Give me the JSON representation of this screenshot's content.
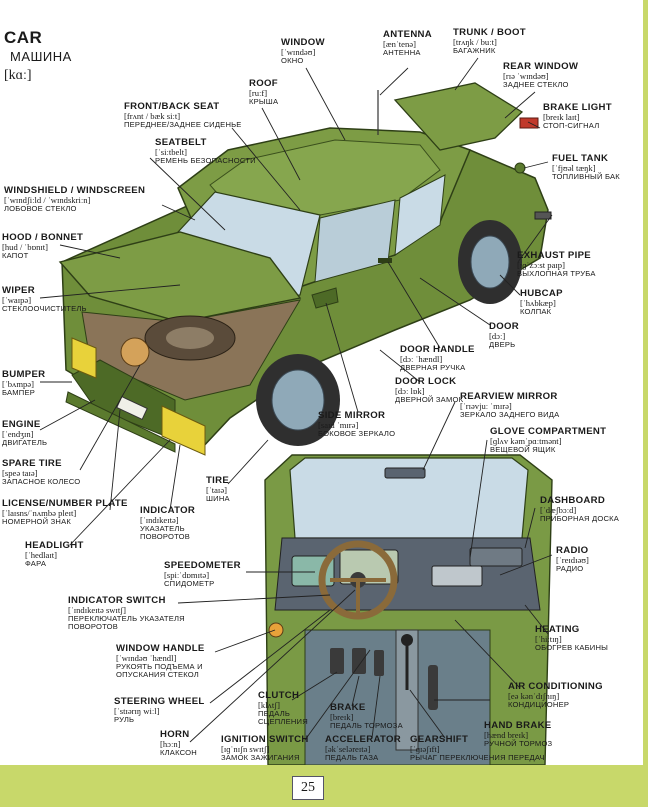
{
  "page": {
    "title": "CAR",
    "title_ru": "МАШИНА",
    "title_transcription": "[kɑː]",
    "page_number": "25"
  },
  "labels": [
    {
      "id": "antenna",
      "en": "ANTENNA",
      "tr": "[ænˈtenə]",
      "ru": "АНТЕННА"
    },
    {
      "id": "trunk",
      "en": "TRUNK / BOOT",
      "tr": "[trʌŋk / buːt]",
      "ru": "БАГАЖНИК"
    },
    {
      "id": "window",
      "en": "WINDOW",
      "tr": "[ˈwɪndəʊ]",
      "ru": "ОКНО"
    },
    {
      "id": "rear-window",
      "en": "REAR WINDOW",
      "tr": "[rɪə ˈwɪndəʊ]",
      "ru": "ЗАДНЕЕ СТЕКЛО"
    },
    {
      "id": "roof",
      "en": "ROOF",
      "tr": "[ruːf]",
      "ru": "КРЫША"
    },
    {
      "id": "brake-light",
      "en": "BRAKE LIGHT",
      "tr": "[breɪk laɪt]",
      "ru": "СТОП-СИГНАЛ"
    },
    {
      "id": "front-back-seat",
      "en": "FRONT/BACK SEAT",
      "tr": "[frʌnt / bæk siːt]",
      "ru": "ПЕРЕДНЕЕ/ЗАДНЕЕ СИДЕНЬЕ"
    },
    {
      "id": "seatbelt",
      "en": "SEATBELT",
      "tr": "[ˈsiːtbelt]",
      "ru": "РЕМЕНЬ БЕЗОПАСНОСТИ"
    },
    {
      "id": "fuel-tank",
      "en": "FUEL TANK",
      "tr": "[ˈfjʊəl tæŋk]",
      "ru": "ТОПЛИВНЫЙ БАК"
    },
    {
      "id": "windshield",
      "en": "WINDSHIELD / WINDSCREEN",
      "tr": "[ˈwɪndʃiːld / ˈwɪndskriːn]",
      "ru": "ЛОБОВОЕ СТЕКЛО"
    },
    {
      "id": "hood",
      "en": "HOOD / BONNET",
      "tr": "[hud / ˈbɒnɪt]",
      "ru": "КАПОТ"
    },
    {
      "id": "exhaust-pipe",
      "en": "EXHAUST PIPE",
      "tr": "[ɪɡˈzɔːst paɪp]",
      "ru": "ВЫХЛОПНАЯ ТРУБА"
    },
    {
      "id": "wiper",
      "en": "WIPER",
      "tr": "[ˈwaɪpə]",
      "ru": "СТЕКЛООЧИСТИТЕЛЬ"
    },
    {
      "id": "hubcap",
      "en": "HUBCAP",
      "tr": "[ˈhʌbkæp]",
      "ru": "КОЛПАК"
    },
    {
      "id": "door",
      "en": "DOOR",
      "tr": "[dɔː]",
      "ru": "ДВЕРЬ"
    },
    {
      "id": "door-handle",
      "en": "DOOR HANDLE",
      "tr": "[dɔː ˈhændl]",
      "ru": "ДВЕРНАЯ РУЧКА"
    },
    {
      "id": "bumper",
      "en": "BUMPER",
      "tr": "[ˈbʌmpə]",
      "ru": "БАМПЕР"
    },
    {
      "id": "door-lock",
      "en": "DOOR LOCK",
      "tr": "[dɔː lɒk]",
      "ru": "ДВЕРНОЙ ЗАМОК"
    },
    {
      "id": "rearview-mirror",
      "en": "REARVIEW MIRROR",
      "tr": "[ˈrɪəvjuː ˈmɪrə]",
      "ru": "ЗЕРКАЛО ЗАДНЕГО ВИДА"
    },
    {
      "id": "engine",
      "en": "ENGINE",
      "tr": "[ˈendʒɪn]",
      "ru": "ДВИГАТЕЛЬ"
    },
    {
      "id": "side-mirror",
      "en": "SIDE MIRROR",
      "tr": "[saɪd ˈmɪrə]",
      "ru": "БОКОВОЕ ЗЕРКАЛО"
    },
    {
      "id": "glove-compartment",
      "en": "GLOVE COMPARTMENT",
      "tr": "[ɡlʌv kəmˈpɑːtmənt]",
      "ru": "ВЕЩЕВОЙ ЯЩИК"
    },
    {
      "id": "spare-tire",
      "en": "SPARE TIRE",
      "tr": "[speə taɪə]",
      "ru": "ЗАПАСНОЕ КОЛЕСО"
    },
    {
      "id": "tire",
      "en": "TIRE",
      "tr": "[ˈtaɪə]",
      "ru": "ШИНА"
    },
    {
      "id": "license-plate",
      "en": "LICENSE/NUMBER PLATE",
      "tr": "[ˈlaɪsns/ˈnʌmbə pleɪt]",
      "ru": "НОМЕРНОЙ ЗНАК"
    },
    {
      "id": "indicator",
      "en": "INDICATOR",
      "tr": "[ˈɪndɪkeɪtə]",
      "ru": "УКАЗАТЕЛЬ ПОВОРОТОВ"
    },
    {
      "id": "dashboard",
      "en": "DASHBOARD",
      "tr": "[ˈdæʃbɔːd]",
      "ru": "ПРИБОРНАЯ ДОСКА"
    },
    {
      "id": "headlight",
      "en": "HEADLIGHT",
      "tr": "[ˈhedlaɪt]",
      "ru": "ФАРА"
    },
    {
      "id": "radio",
      "en": "RADIO",
      "tr": "[ˈreɪdɪəʊ]",
      "ru": "РАДИО"
    },
    {
      "id": "speedometer",
      "en": "SPEEDOMETER",
      "tr": "[spiːˈdɒmɪtə]",
      "ru": "СПИДОМЕТР"
    },
    {
      "id": "indicator-switch",
      "en": "INDICATOR SWITCH",
      "tr": "[ˈɪndɪkeɪtə swɪtʃ]",
      "ru": "ПЕРЕКЛЮЧАТЕЛЬ УКАЗАТЕЛЯ ПОВОРОТОВ"
    },
    {
      "id": "heating",
      "en": "HEATING",
      "tr": "[ˈhiːtɪŋ]",
      "ru": "ОБОГРЕВ КАБИНЫ"
    },
    {
      "id": "window-handle",
      "en": "WINDOW HANDLE",
      "tr": "[ˈwɪndəʊ ˈhændl]",
      "ru": "РУКОЯТЬ ПОДЪЕМА И ОПУСКАНИЯ СТЕКОЛ"
    },
    {
      "id": "air-conditioning",
      "en": "AIR CONDITIONING",
      "tr": "[eə kənˈdɪʃnɪŋ]",
      "ru": "КОНДИЦИОНЕР"
    },
    {
      "id": "steering-wheel",
      "en": "STEERING WHEEL",
      "tr": "[ˈstɪərɪŋ wiːl]",
      "ru": "РУЛЬ"
    },
    {
      "id": "clutch",
      "en": "CLUTCH",
      "tr": "[klʌtʃ]",
      "ru": "ПЕДАЛЬ СЦЕПЛЕНИЯ"
    },
    {
      "id": "brake",
      "en": "BRAKE",
      "tr": "[breɪk]",
      "ru": "ПЕДАЛЬ ТОРМОЗА"
    },
    {
      "id": "hand-brake",
      "en": "HAND BRAKE",
      "tr": "[hænd breɪk]",
      "ru": "РУЧНОЙ ТОРМОЗ"
    },
    {
      "id": "horn",
      "en": "HORN",
      "tr": "[hɔːn]",
      "ru": "КЛАКСОН"
    },
    {
      "id": "ignition-switch",
      "en": "IGNITION SWITCH",
      "tr": "[ɪɡˈnɪʃn swɪtʃ]",
      "ru": "ЗАМОК ЗАЖИГАНИЯ"
    },
    {
      "id": "accelerator",
      "en": "ACCELERATOR",
      "tr": "[əkˈseləreɪtə]",
      "ru": "ПЕДАЛЬ ГАЗА"
    },
    {
      "id": "gearshift",
      "en": "GEARSHIFT",
      "tr": "[ˈɡɪəʃɪft]",
      "ru": "РЫЧАГ ПЕРЕКЛЮЧЕНИЯ ПЕРЕДАЧ"
    }
  ],
  "colors": {
    "car_body": "#6f8e3a",
    "car_dark": "#4d6a26",
    "glass": "#c9dbe6",
    "accent_band": "#c8d86a",
    "headlight": "#e8d23a",
    "interior_bg": "#7a9a45",
    "dash_dark": "#5a6470"
  }
}
